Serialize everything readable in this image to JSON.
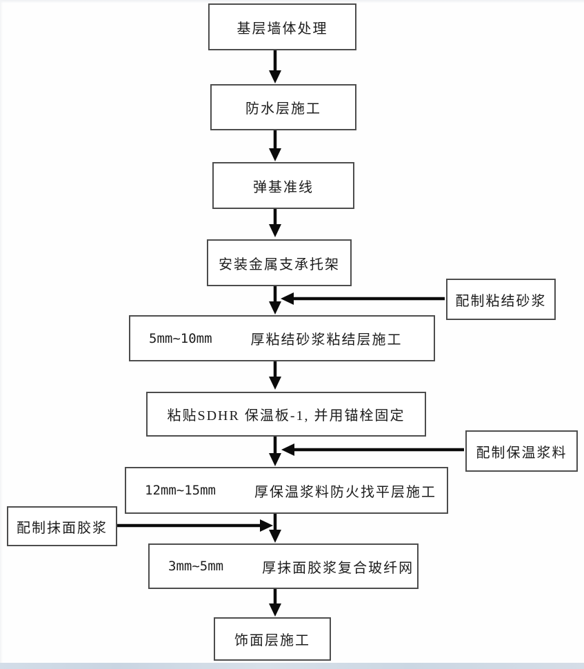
{
  "flow": {
    "steps": [
      {
        "label": "基层墙体处理"
      },
      {
        "label": "防水层施工"
      },
      {
        "label": "弹基准线"
      },
      {
        "label": "安装金属支承托架"
      },
      {
        "measure": "5mm~10mm",
        "label": "厚粘结砂浆粘结层施工"
      },
      {
        "label": "粘贴SDHR 保温板-1, 并用锚栓固定"
      },
      {
        "measure": "12mm~15mm",
        "label": "厚保温浆料防火找平层施工"
      },
      {
        "measure": "3mm~5mm",
        "label": "厚抹面胶浆复合玻纤网"
      },
      {
        "label": "饰面层施工"
      }
    ],
    "side_inputs": [
      {
        "label": "配制粘结砂浆",
        "side": "right"
      },
      {
        "label": "配制保温浆料",
        "side": "right"
      },
      {
        "label": "配制抹面胶浆",
        "side": "left"
      }
    ],
    "colors": {
      "box_border": "#4c4c4c",
      "arrow": "#0b0b0b",
      "text": "#1c1c1c",
      "scan_bottom_band": "#cdd8e4"
    }
  }
}
